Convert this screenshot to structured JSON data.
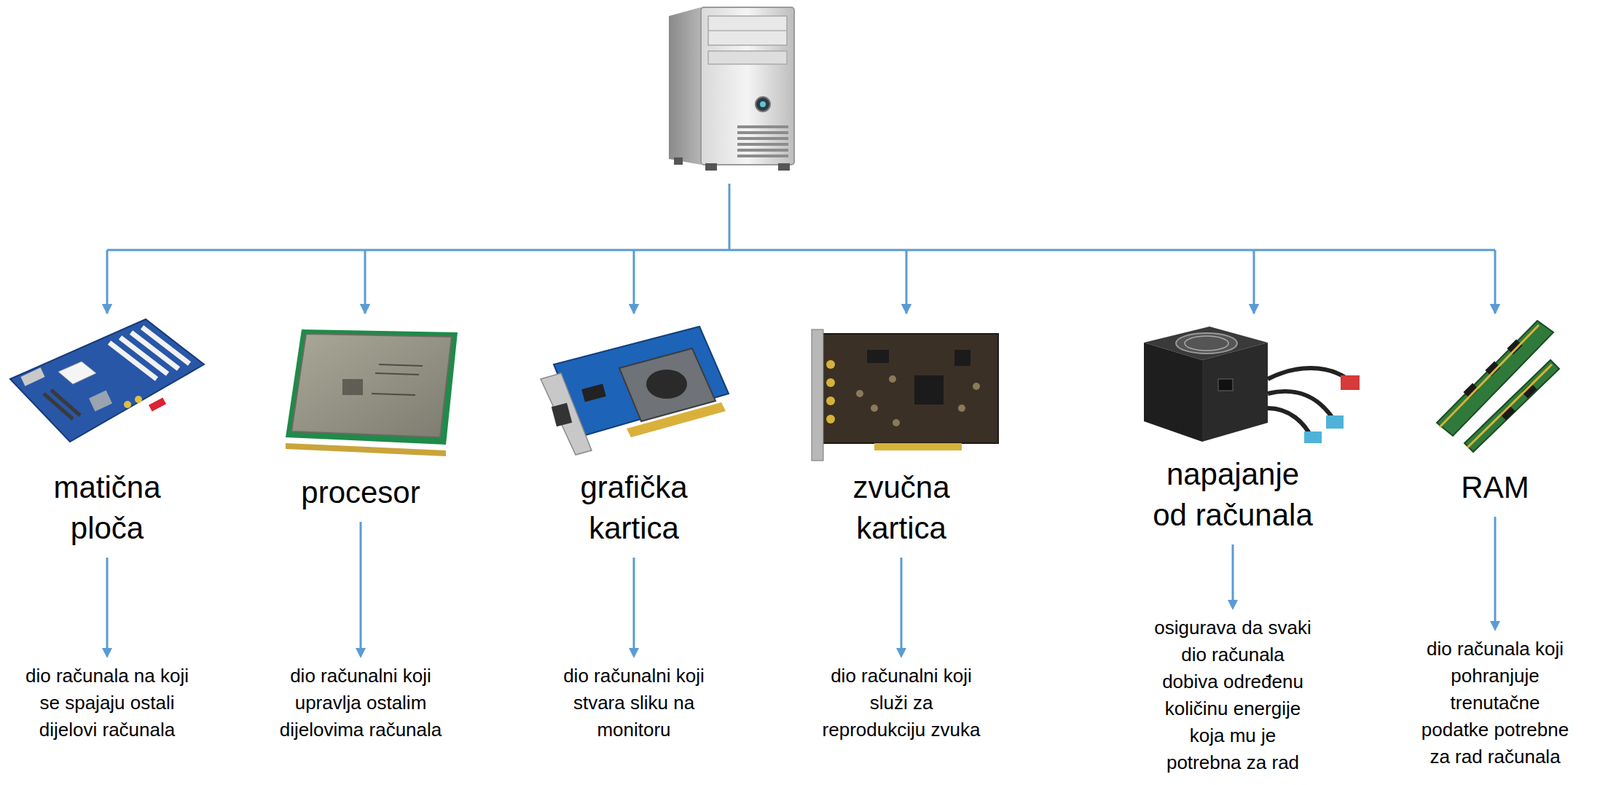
{
  "diagram": {
    "nodes": [
      {
        "text": [
          "matična ploča"
        ]
      },
      {
        "text": [
          "procesor"
        ]
      },
      {
        "text": [
          "grafička kartica"
        ]
      },
      {
        "text": [
          "zvučna kartica"
        ]
      },
      {
        "text": [
          "napajanje od računala"
        ]
      },
      {
        "text": [
          "RAM"
        ]
      },
      {
        "text": [
          "dio računala na koji se spajaju ostali dijelovi računala"
        ]
      },
      {
        "text": [
          "dio računalni koji upravlja ostalim dijelovima računala"
        ]
      },
      {
        "text": [
          "dio računalni koji stvara sliku na monitoru"
        ]
      },
      {
        "text": [
          "dio računalni koji služi za reprodukciju zvuka"
        ]
      },
      {
        "text": [
          "osigurava da svaki dio računala dobiva određenu količinu energije koja mu je potrebna za rad"
        ]
      },
      {
        "text": [
          "dio računala koji pohranjuje trenutačne podatke potrebne za rad računala"
        ]
      }
    ],
    "edges": [
      {
        "from": 0,
        "to": 6,
        "arrow": "to"
      },
      {
        "from": 1,
        "to": 7,
        "arrow": "to"
      },
      {
        "from": 2,
        "to": 8,
        "arrow": "to"
      },
      {
        "from": 3,
        "to": 9,
        "arrow": "to"
      },
      {
        "from": 4,
        "to": 10,
        "arrow": "to"
      },
      {
        "from": 5,
        "to": 11,
        "arrow": "to"
      }
    ]
  }
}
